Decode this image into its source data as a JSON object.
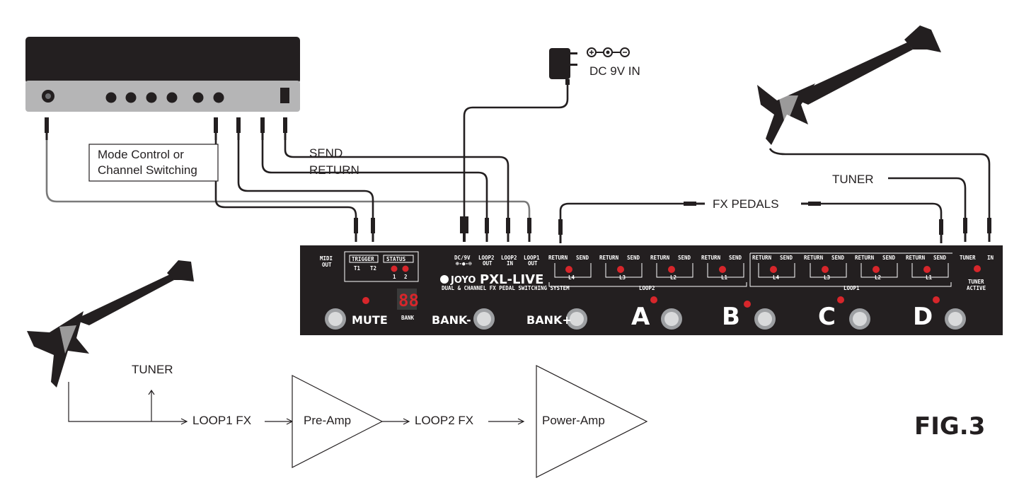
{
  "labels": {
    "dc_in": "DC 9V IN",
    "send": "SEND",
    "return": "RETURN",
    "mode_control_1": "Mode Control or",
    "mode_control_2": "Channel Switching",
    "fx_pedals": "FX PEDALS",
    "tuner_top": "TUNER",
    "figure": "FIG.3"
  },
  "signal_flow": {
    "tuner": "TUNER",
    "loop1": "LOOP1 FX",
    "preamp": "Pre-Amp",
    "loop2": "LOOP2 FX",
    "poweramp": "Power-Amp"
  },
  "device": {
    "brand": "JOYO",
    "model": "PXL-LIVE",
    "subtitle": "DUAL & CHANNEL FX PEDAL SWITCHING SYSTEM",
    "midi_1": "MIDI",
    "midi_2": "OUT",
    "trigger": "TRIGGER",
    "status": "STATUS",
    "t1": "T1",
    "t2": "T2",
    "s1": "1",
    "s2": "2",
    "dc9v": "DC/9V",
    "loop2_out_1": "LOOP2",
    "loop2_out_2": "OUT",
    "loop2_in_1": "LOOP2",
    "loop2_in_2": "IN",
    "loop1_out_1": "LOOP1",
    "loop1_out_2": "OUT",
    "return_lbl": "RETURN",
    "send_lbl": "SEND",
    "loop2_group": "LOOP2",
    "loop1_group": "LOOP1",
    "l4": "L4",
    "l3": "L3",
    "l2": "L2",
    "l1": "L1",
    "tuner": "TUNER",
    "in": "IN",
    "tuner_active_1": "TUNER",
    "tuner_active_2": "ACTIVE",
    "display": "88",
    "bank": "BANK",
    "mute": "MUTE",
    "bank_minus": "BANK-",
    "bank_plus": "BANK+",
    "a": "A",
    "b": "B",
    "c": "C",
    "d": "D"
  },
  "colors": {
    "device": "#231f20",
    "led": "#d7262b",
    "amp_top": "#231f20",
    "amp_panel": "#b5b5b6"
  }
}
